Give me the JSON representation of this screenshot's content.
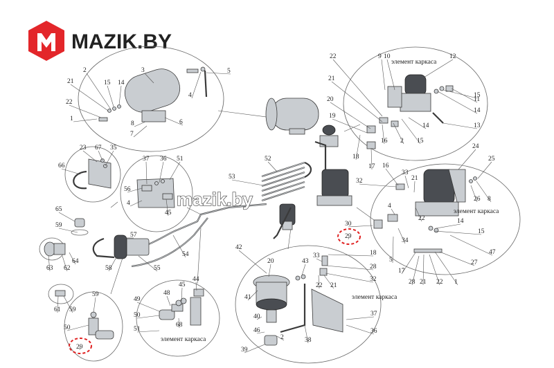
{
  "brand": {
    "name": "MAZIK.BY",
    "logo_letter": "M",
    "logo_color": "#e3262a"
  },
  "watermark": "mazik.by",
  "frame_label": "элемент каркаса",
  "highlight_color": "#e02020",
  "callouts": [
    {
      "id": "c1",
      "text": "1"
    },
    {
      "id": "c2",
      "text": "2"
    },
    {
      "id": "c3",
      "text": "3"
    },
    {
      "id": "c4",
      "text": "4"
    },
    {
      "id": "c5",
      "text": "5"
    },
    {
      "id": "c6",
      "text": "6"
    },
    {
      "id": "c7",
      "text": "7"
    },
    {
      "id": "c8",
      "text": "8"
    },
    {
      "id": "c14",
      "text": "14"
    },
    {
      "id": "c15",
      "text": "15"
    },
    {
      "id": "c21",
      "text": "21"
    },
    {
      "id": "c22",
      "text": "22"
    },
    {
      "id": "c9",
      "text": "9"
    },
    {
      "id": "c10",
      "text": "10"
    },
    {
      "id": "c12",
      "text": "12"
    },
    {
      "id": "c11",
      "text": "11"
    },
    {
      "id": "c15b",
      "text": "15"
    },
    {
      "id": "c14b",
      "text": "14"
    },
    {
      "id": "c13",
      "text": "13"
    },
    {
      "id": "c22b",
      "text": "22"
    },
    {
      "id": "c21b",
      "text": "21"
    },
    {
      "id": "c20",
      "text": "20"
    },
    {
      "id": "c19",
      "text": "19"
    },
    {
      "id": "c18",
      "text": "18"
    },
    {
      "id": "c17",
      "text": "17"
    },
    {
      "id": "c16",
      "text": "16"
    },
    {
      "id": "c2b",
      "text": "2"
    },
    {
      "id": "c15c",
      "text": "15"
    },
    {
      "id": "c14c",
      "text": "14"
    },
    {
      "id": "c23",
      "text": "23"
    },
    {
      "id": "c67",
      "text": "67"
    },
    {
      "id": "c35",
      "text": "35"
    },
    {
      "id": "c66",
      "text": "66"
    },
    {
      "id": "c37",
      "text": "37"
    },
    {
      "id": "c36",
      "text": "36"
    },
    {
      "id": "c51",
      "text": "51"
    },
    {
      "id": "c56",
      "text": "56"
    },
    {
      "id": "c4a",
      "text": "4"
    },
    {
      "id": "c45a",
      "text": "45"
    },
    {
      "id": "c52",
      "text": "52"
    },
    {
      "id": "c53",
      "text": "53"
    },
    {
      "id": "c65",
      "text": "65"
    },
    {
      "id": "c59",
      "text": "59"
    },
    {
      "id": "c57",
      "text": "57"
    },
    {
      "id": "c55",
      "text": "55"
    },
    {
      "id": "c54",
      "text": "54"
    },
    {
      "id": "c58",
      "text": "58"
    },
    {
      "id": "c64",
      "text": "64"
    },
    {
      "id": "c63",
      "text": "63"
    },
    {
      "id": "c62",
      "text": "62"
    },
    {
      "id": "c61",
      "text": "61"
    },
    {
      "id": "c59b",
      "text": "59"
    },
    {
      "id": "c59c",
      "text": "59"
    },
    {
      "id": "c50",
      "text": "50"
    },
    {
      "id": "c29a",
      "text": "29"
    },
    {
      "id": "c24",
      "text": "24"
    },
    {
      "id": "c25",
      "text": "25"
    },
    {
      "id": "c16b",
      "text": "16"
    },
    {
      "id": "c33a",
      "text": "33"
    },
    {
      "id": "c21c",
      "text": "21"
    },
    {
      "id": "c32a",
      "text": "32"
    },
    {
      "id": "c26",
      "text": "26"
    },
    {
      "id": "c8b",
      "text": "8"
    },
    {
      "id": "c4b",
      "text": "4"
    },
    {
      "id": "c22c",
      "text": "22"
    },
    {
      "id": "c30",
      "text": "30"
    },
    {
      "id": "c29b",
      "text": "29"
    },
    {
      "id": "c14d",
      "text": "14"
    },
    {
      "id": "c15d",
      "text": "15"
    },
    {
      "id": "c34",
      "text": "34"
    },
    {
      "id": "c5b",
      "text": "5"
    },
    {
      "id": "c47",
      "text": "47"
    },
    {
      "id": "c27",
      "text": "27"
    },
    {
      "id": "c17b",
      "text": "17"
    },
    {
      "id": "c28a",
      "text": "28"
    },
    {
      "id": "c21d",
      "text": "21"
    },
    {
      "id": "c22d",
      "text": "22"
    },
    {
      "id": "c1b",
      "text": "1"
    },
    {
      "id": "c42",
      "text": "42"
    },
    {
      "id": "c20b",
      "text": "20"
    },
    {
      "id": "c43",
      "text": "43"
    },
    {
      "id": "c33b",
      "text": "33"
    },
    {
      "id": "c18b",
      "text": "18"
    },
    {
      "id": "c28b",
      "text": "28"
    },
    {
      "id": "c32b",
      "text": "32"
    },
    {
      "id": "c22e",
      "text": "22"
    },
    {
      "id": "c21e",
      "text": "21"
    },
    {
      "id": "c41",
      "text": "41"
    },
    {
      "id": "c40",
      "text": "40"
    },
    {
      "id": "c46",
      "text": "46"
    },
    {
      "id": "c2c",
      "text": "2"
    },
    {
      "id": "c38",
      "text": "38"
    },
    {
      "id": "c39",
      "text": "39"
    },
    {
      "id": "c37b",
      "text": "37"
    },
    {
      "id": "c36b",
      "text": "36"
    },
    {
      "id": "c49",
      "text": "49"
    },
    {
      "id": "c48",
      "text": "48"
    },
    {
      "id": "c45b",
      "text": "45"
    },
    {
      "id": "c44",
      "text": "44"
    },
    {
      "id": "c50b",
      "text": "50"
    },
    {
      "id": "c68",
      "text": "68"
    },
    {
      "id": "c51b",
      "text": "51"
    }
  ]
}
